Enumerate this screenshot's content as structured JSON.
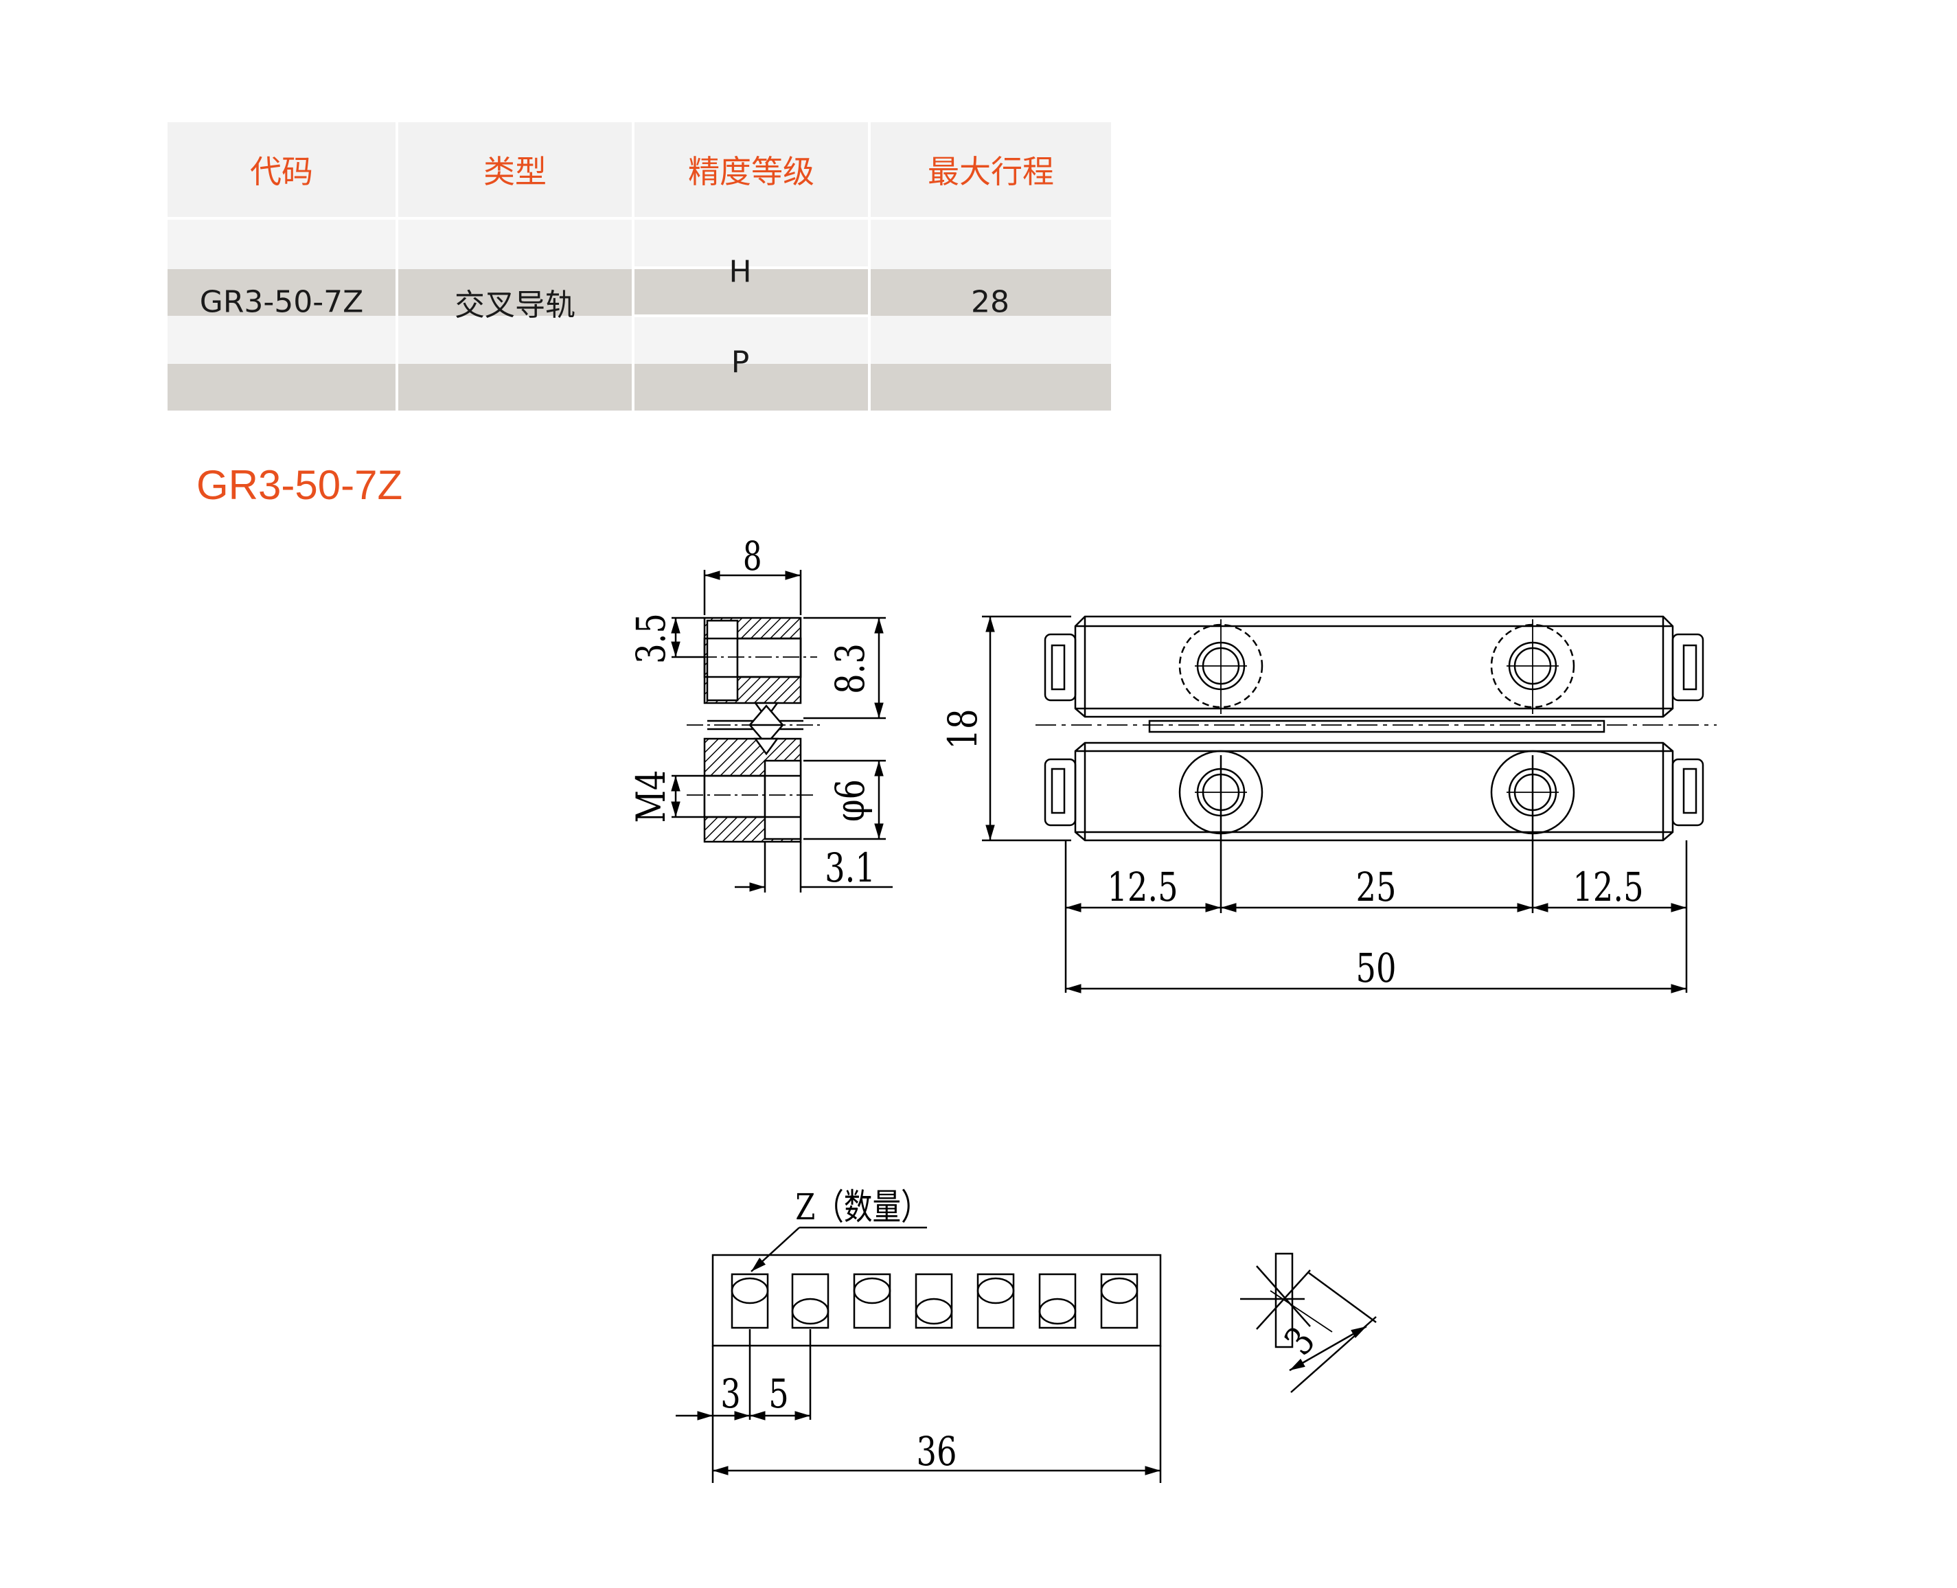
{
  "table": {
    "headers": [
      "代码",
      "类型",
      "精度等级",
      "最大行程"
    ],
    "row": {
      "code": "GR3-50-7Z",
      "type": "交叉导轨",
      "precision": [
        "H",
        "P"
      ],
      "max_stroke": "28"
    }
  },
  "model_title": "GR3-50-7Z",
  "drawing": {
    "section_view": {
      "width": "8",
      "top_hole_offset": "3.5",
      "head_diameter_dim": "8.3",
      "thread": "M4",
      "bore_diameter": "φ6",
      "depth": "3.1"
    },
    "front_view": {
      "height": "18",
      "end_pitch_left": "12.5",
      "pitch": "25",
      "end_pitch_right": "12.5",
      "length": "50"
    },
    "cage_view": {
      "quantity_label": "Z（数量）",
      "first_offset": "3",
      "roller_pitch": "5",
      "cage_length": "36",
      "roller_size": "3"
    }
  },
  "colors": {
    "accent": "#e8501e",
    "header_bg": "#f2f2f2",
    "row_light": "#f4f4f4",
    "row_dark": "#d6d3ce"
  }
}
